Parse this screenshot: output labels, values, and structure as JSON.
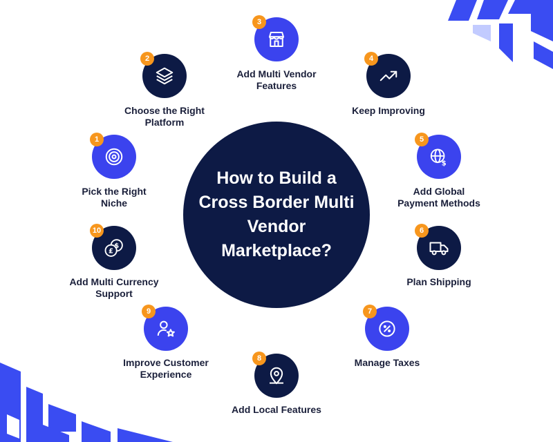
{
  "colors": {
    "navy": "#0d1a45",
    "blue": "#3b43ee",
    "badge": "#f7961d",
    "label": "#1a1f3a",
    "deco": "#3a4cf2"
  },
  "center_title": "How to Build a\nCross Border Multi\nVendor\nMarketplace?",
  "steps": [
    {
      "number": "1",
      "label": "Pick the Right\nNiche",
      "icon": "target-icon",
      "style": "blue"
    },
    {
      "number": "2",
      "label": "Choose the Right\nPlatform",
      "icon": "layers-icon",
      "style": "navy"
    },
    {
      "number": "3",
      "label": "Add Multi Vendor\nFeatures",
      "icon": "storefront-icon",
      "style": "blue"
    },
    {
      "number": "4",
      "label": "Keep Improving",
      "icon": "trending-up-icon",
      "style": "navy"
    },
    {
      "number": "5",
      "label": "Add Global\nPayment Methods",
      "icon": "globe-dollar-icon",
      "style": "blue"
    },
    {
      "number": "6",
      "label": "Plan Shipping",
      "icon": "truck-icon",
      "style": "navy"
    },
    {
      "number": "7",
      "label": "Manage Taxes",
      "icon": "tax-badge-icon",
      "style": "blue"
    },
    {
      "number": "8",
      "label": "Add Local Features",
      "icon": "location-pin-icon",
      "style": "navy"
    },
    {
      "number": "9",
      "label": "Improve Customer\nExperience",
      "icon": "user-star-icon",
      "style": "blue"
    },
    {
      "number": "10",
      "label": "Add Multi Currency\nSupport",
      "icon": "currency-coins-icon",
      "style": "navy"
    }
  ]
}
